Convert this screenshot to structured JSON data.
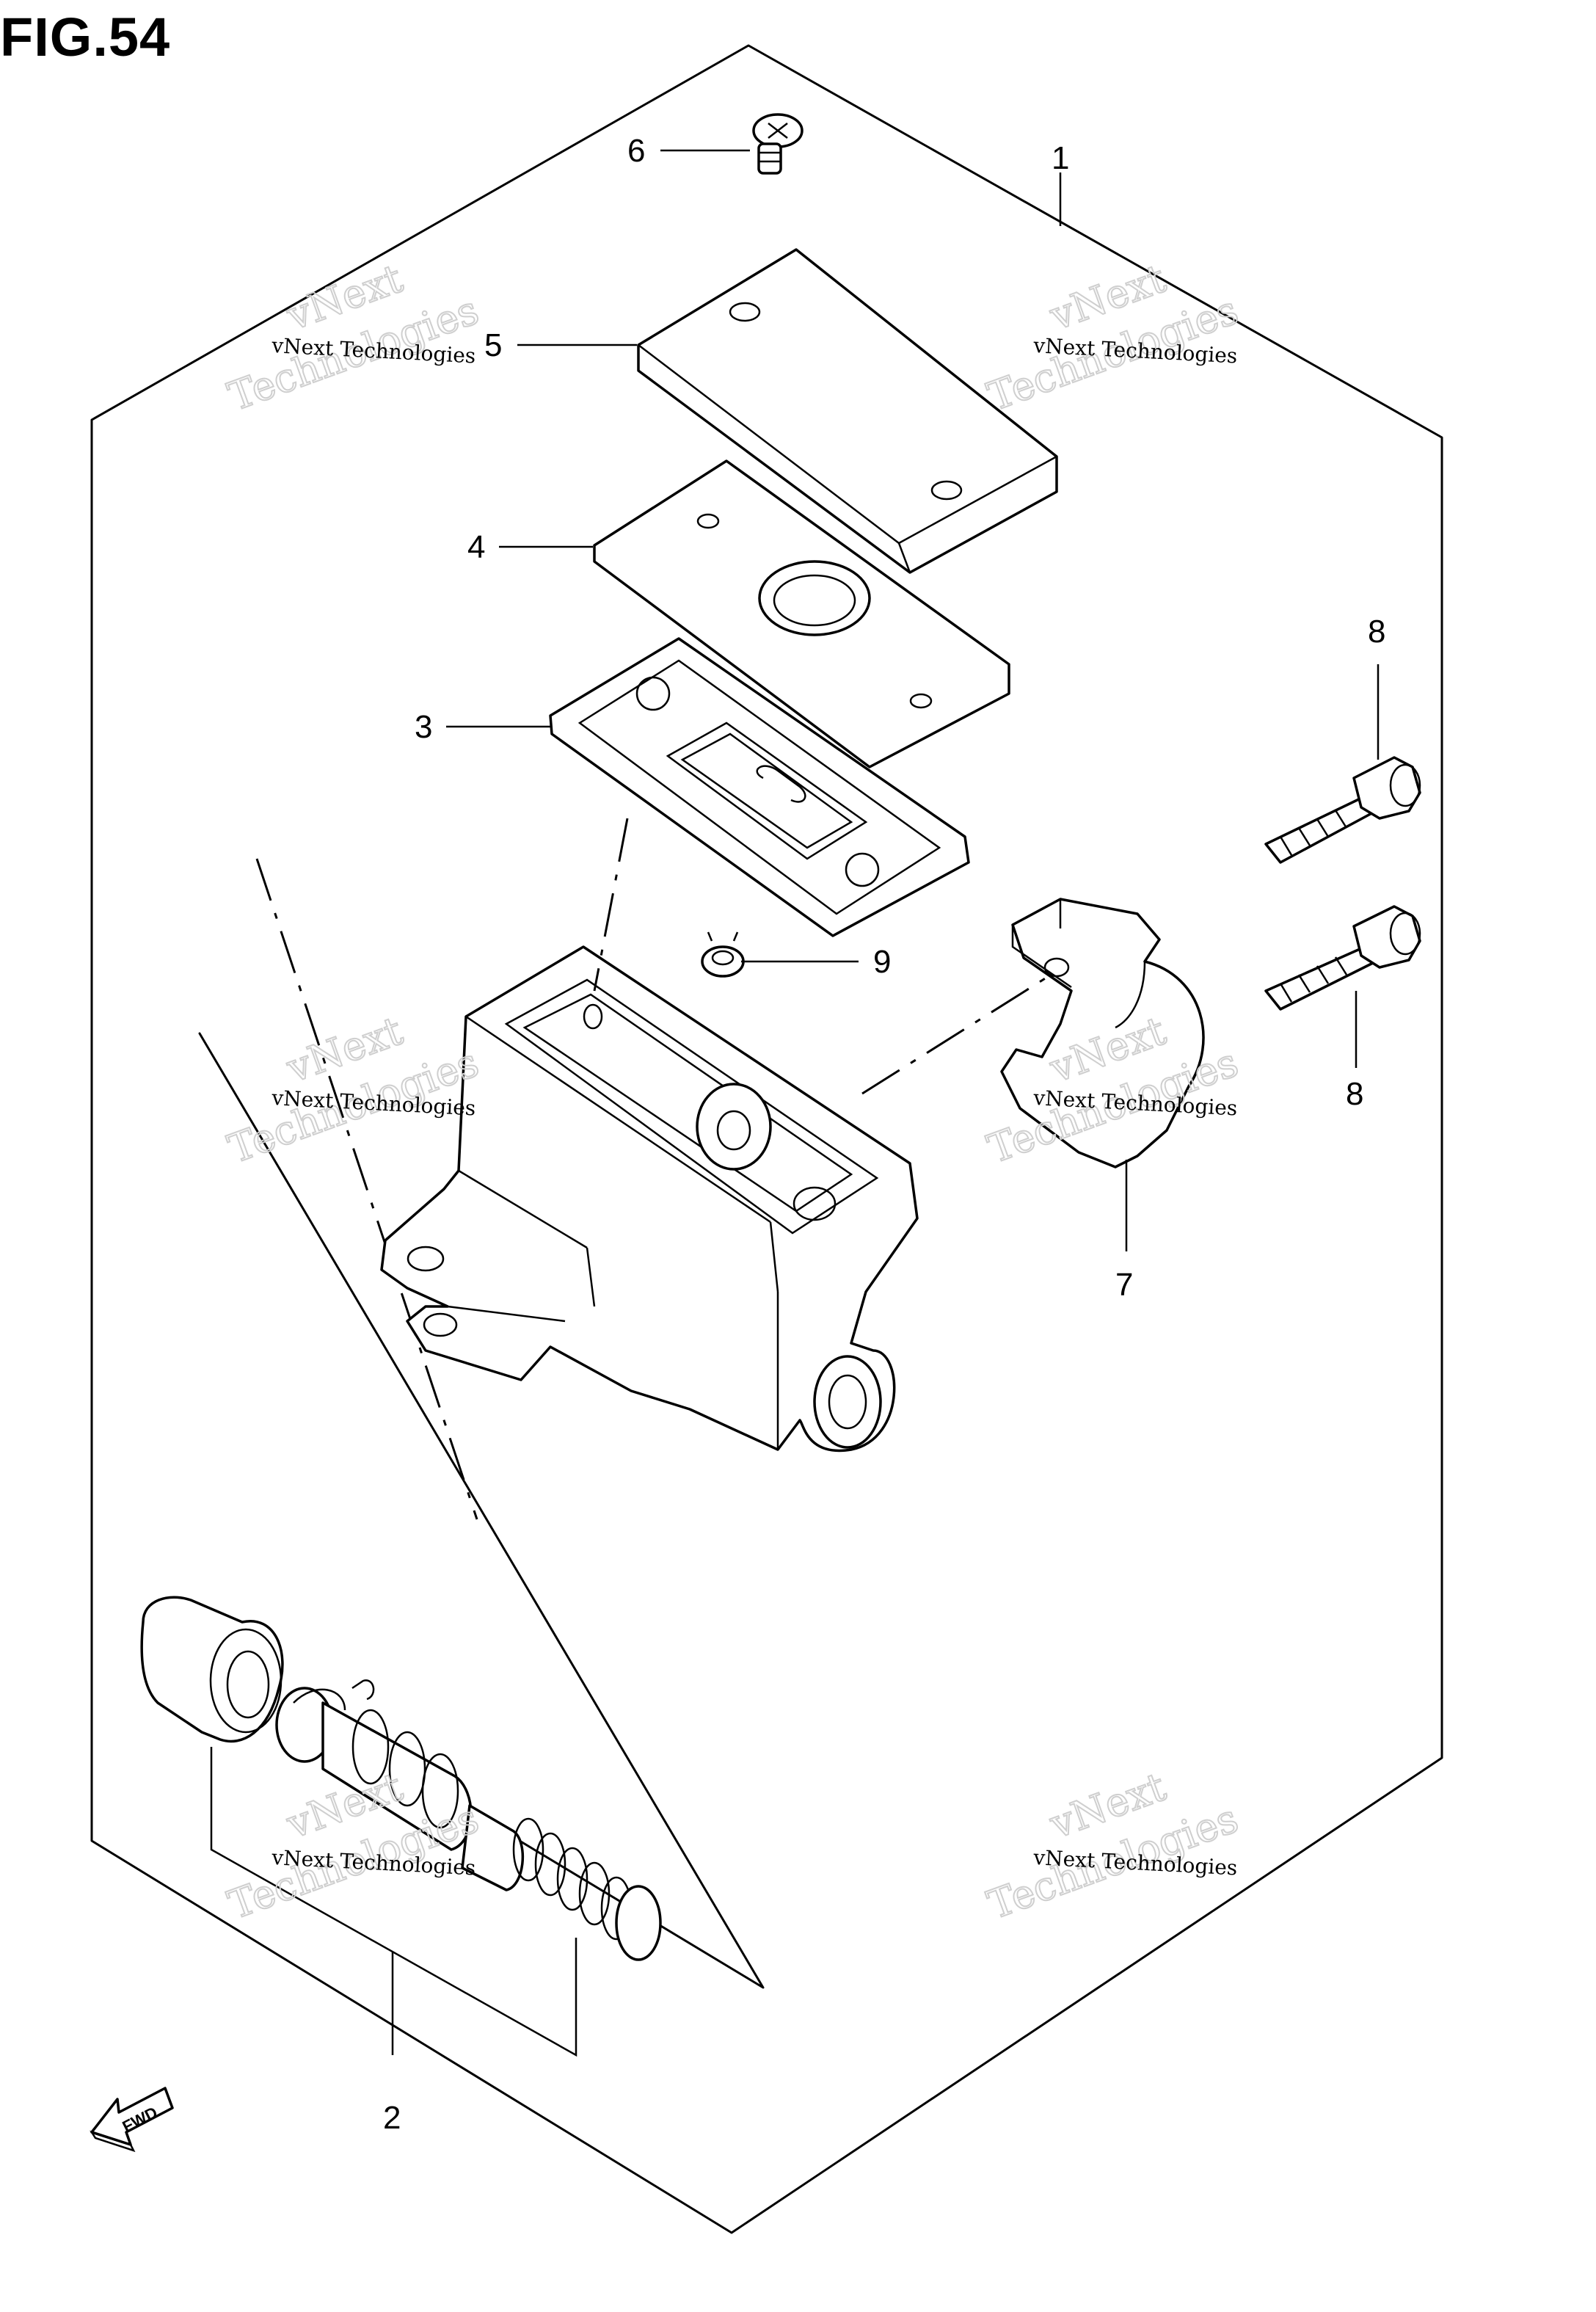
{
  "figure": {
    "title": "FIG.54"
  },
  "callouts": [
    {
      "id": "1",
      "label": "1"
    },
    {
      "id": "2",
      "label": "2"
    },
    {
      "id": "3",
      "label": "3"
    },
    {
      "id": "4",
      "label": "4"
    },
    {
      "id": "5",
      "label": "5"
    },
    {
      "id": "6",
      "label": "6"
    },
    {
      "id": "7",
      "label": "7"
    },
    {
      "id": "8a",
      "label": "8"
    },
    {
      "id": "8b",
      "label": "8"
    },
    {
      "id": "9",
      "label": "9"
    }
  ],
  "watermark": {
    "line": "vNext Technologies",
    "word1": "vNext",
    "word2": "Technologies"
  },
  "direction_badge": "FWD"
}
